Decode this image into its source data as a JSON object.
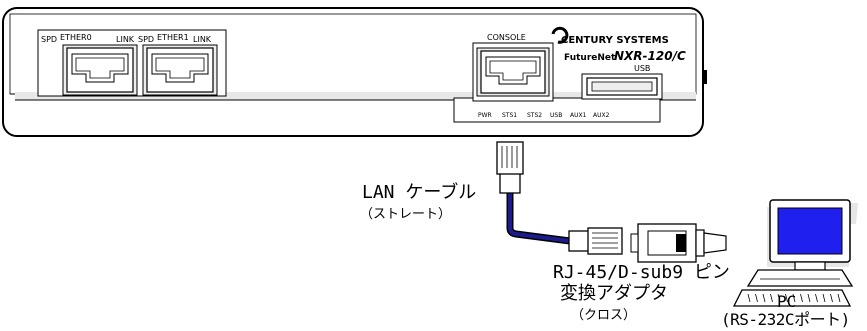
{
  "device": {
    "port_labels": {
      "spd0": "SPD",
      "ether0": "ETHER0",
      "link0": "LINK",
      "spd1": "SPD",
      "ether1": "ETHER1",
      "link1": "LINK",
      "console": "CONSOLE",
      "usb": "USB"
    },
    "brand": "CENTURY SYSTEMS",
    "model_prefix": "FutureNet",
    "model_name": "NXR-120/C",
    "leds": [
      "PWR",
      "STS1",
      "STS2",
      "USB",
      "AUX1",
      "AUX2"
    ]
  },
  "labels": {
    "cable_line1": "LAN ケーブル",
    "cable_line2": "（ストレート）",
    "adapter_line1": "RJ-45/D-sub9 ピン",
    "adapter_line2": "変換アダプタ",
    "adapter_line3": "（クロス）",
    "pc_line1": "PC",
    "pc_line2": "(RS-232Cポート)"
  },
  "colors": {
    "cable": "#1c1c8c",
    "pc_screen": "#2020ee",
    "outline": "#000000",
    "shadow": "#e6e6e6"
  }
}
